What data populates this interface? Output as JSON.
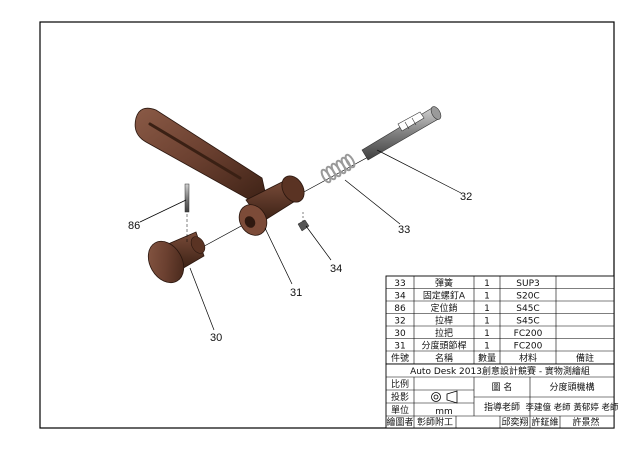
{
  "balloons": {
    "b32": "32",
    "b33": "33",
    "b86": "86",
    "b34": "34",
    "b31": "31",
    "b30": "30"
  },
  "parts_list": [
    {
      "no": "33",
      "name": "彈簧",
      "qty": "1",
      "material": "SUP3",
      "remark": ""
    },
    {
      "no": "34",
      "name": "固定螺釘A",
      "qty": "1",
      "material": "S20C",
      "remark": ""
    },
    {
      "no": "86",
      "name": "定位銷",
      "qty": "1",
      "material": "S45C",
      "remark": ""
    },
    {
      "no": "32",
      "name": "拉桿",
      "qty": "1",
      "material": "S45C",
      "remark": ""
    },
    {
      "no": "30",
      "name": "拉把",
      "qty": "1",
      "material": "FC200",
      "remark": ""
    },
    {
      "no": "31",
      "name": "分度頭節桿",
      "qty": "1",
      "material": "FC200",
      "remark": ""
    }
  ],
  "header": {
    "no": "件號",
    "name": "名稱",
    "qty": "數量",
    "material": "材料",
    "remark": "備註"
  },
  "title_block": {
    "contest": "Auto Desk 2013創意設計競賽 - 實物測繪組",
    "scale_label": "比例",
    "projection_label": "投影",
    "unit_label": "單位",
    "unit_value": "mm",
    "drawing_name_label": "圖    名",
    "drawing_name": "分度頭機構",
    "advisor_label": "指導老師",
    "advisors": "李建億 老師 黃郁婷 老師",
    "drafter_label": "繪圖者",
    "drafter_dept": "彰師附工",
    "students": [
      "邱奕翔",
      "許鉦維",
      "許景然"
    ]
  },
  "colors": {
    "part_brown": "#6b4030",
    "part_brown_dark": "#3e2216",
    "pin_gray": "#8a8a8a",
    "line": "#000000"
  }
}
